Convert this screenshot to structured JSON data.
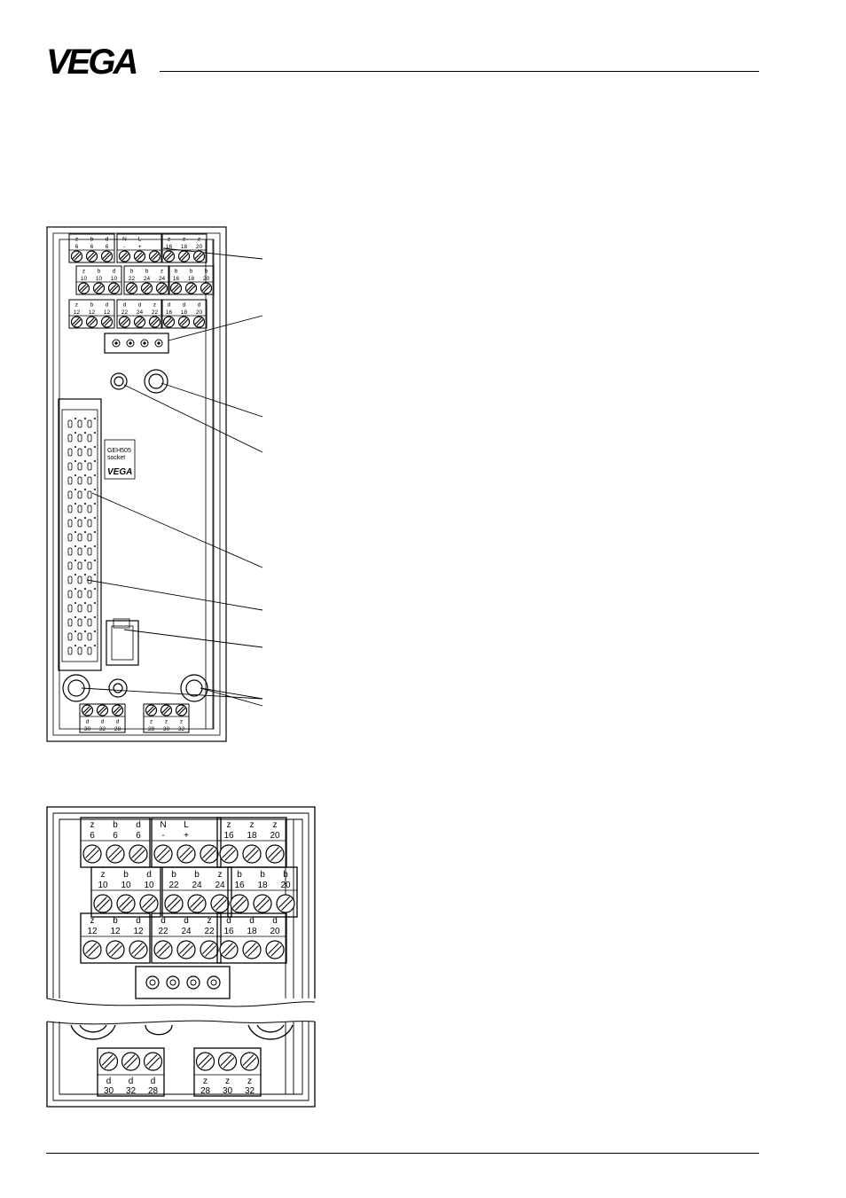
{
  "header": {
    "logo_text": "VEGA"
  },
  "figure_overview": {
    "socket_label_line1": "GEH505",
    "socket_label_line2": "socket",
    "socket_logo": "VEGA",
    "term_row1": [
      {
        "l1": "z",
        "l2": "6"
      },
      {
        "l1": "b",
        "l2": "6"
      },
      {
        "l1": "d",
        "l2": "6"
      },
      {
        "l1": "N",
        "l2": "-"
      },
      {
        "l1": "L",
        "l2": "+"
      },
      {
        "l1": "",
        "l2": ""
      },
      {
        "l1": "z",
        "l2": "16"
      },
      {
        "l1": "z",
        "l2": "18"
      },
      {
        "l1": "z",
        "l2": "20"
      }
    ],
    "term_row2": [
      {
        "l1": "z",
        "l2": "10"
      },
      {
        "l1": "b",
        "l2": "10"
      },
      {
        "l1": "d",
        "l2": "10"
      },
      {
        "l1": "b",
        "l2": "22"
      },
      {
        "l1": "b",
        "l2": "24"
      },
      {
        "l1": "z",
        "l2": "24"
      },
      {
        "l1": "b",
        "l2": "16"
      },
      {
        "l1": "b",
        "l2": "18"
      },
      {
        "l1": "b",
        "l2": "20"
      }
    ],
    "term_row3": [
      {
        "l1": "z",
        "l2": "12"
      },
      {
        "l1": "b",
        "l2": "12"
      },
      {
        "l1": "d",
        "l2": "12"
      },
      {
        "l1": "d",
        "l2": "22"
      },
      {
        "l1": "d",
        "l2": "24"
      },
      {
        "l1": "z",
        "l2": "22"
      },
      {
        "l1": "d",
        "l2": "16"
      },
      {
        "l1": "d",
        "l2": "18"
      },
      {
        "l1": "d",
        "l2": "20"
      }
    ],
    "term_bottom": [
      {
        "l1": "d",
        "l2": "30"
      },
      {
        "l1": "d",
        "l2": "32"
      },
      {
        "l1": "d",
        "l2": "28"
      },
      {
        "l1": "z",
        "l2": "28"
      },
      {
        "l1": "z",
        "l2": "30"
      },
      {
        "l1": "z",
        "l2": "32"
      }
    ]
  },
  "figure_detail": {
    "term_row1": [
      {
        "l1": "z",
        "l2": "6"
      },
      {
        "l1": "b",
        "l2": "6"
      },
      {
        "l1": "d",
        "l2": "6"
      },
      {
        "l1": "N",
        "l2": "-"
      },
      {
        "l1": "L",
        "l2": "+"
      },
      {
        "l1": "",
        "l2": ""
      },
      {
        "l1": "z",
        "l2": "16"
      },
      {
        "l1": "z",
        "l2": "18"
      },
      {
        "l1": "z",
        "l2": "20"
      }
    ],
    "term_row2": [
      {
        "l1": "z",
        "l2": "10"
      },
      {
        "l1": "b",
        "l2": "10"
      },
      {
        "l1": "d",
        "l2": "10"
      },
      {
        "l1": "b",
        "l2": "22"
      },
      {
        "l1": "b",
        "l2": "24"
      },
      {
        "l1": "z",
        "l2": "24"
      },
      {
        "l1": "b",
        "l2": "16"
      },
      {
        "l1": "b",
        "l2": "18"
      },
      {
        "l1": "b",
        "l2": "20"
      }
    ],
    "term_row3": [
      {
        "l1": "z",
        "l2": "12"
      },
      {
        "l1": "b",
        "l2": "12"
      },
      {
        "l1": "d",
        "l2": "12"
      },
      {
        "l1": "d",
        "l2": "22"
      },
      {
        "l1": "d",
        "l2": "24"
      },
      {
        "l1": "z",
        "l2": "22"
      },
      {
        "l1": "d",
        "l2": "16"
      },
      {
        "l1": "d",
        "l2": "18"
      },
      {
        "l1": "d",
        "l2": "20"
      }
    ],
    "term_bottom": [
      {
        "l1": "d",
        "l2": "30"
      },
      {
        "l1": "d",
        "l2": "32"
      },
      {
        "l1": "d",
        "l2": "28"
      },
      {
        "l1": "z",
        "l2": "28"
      },
      {
        "l1": "z",
        "l2": "30"
      },
      {
        "l1": "z",
        "l2": "32"
      }
    ]
  }
}
